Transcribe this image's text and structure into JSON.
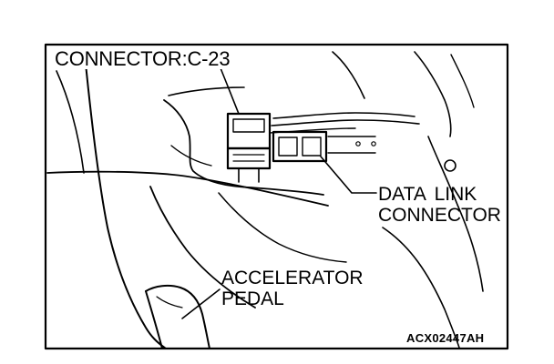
{
  "diagram": {
    "connector_label": "CONNECTOR:C-23",
    "data_link_connector": {
      "line1": "DATA LINK",
      "line2": "CONNECTOR"
    },
    "accelerator_pedal": {
      "line1": "ACCELERATOR",
      "line2": "PEDAL"
    },
    "figure_code": "ACX02447AH"
  }
}
